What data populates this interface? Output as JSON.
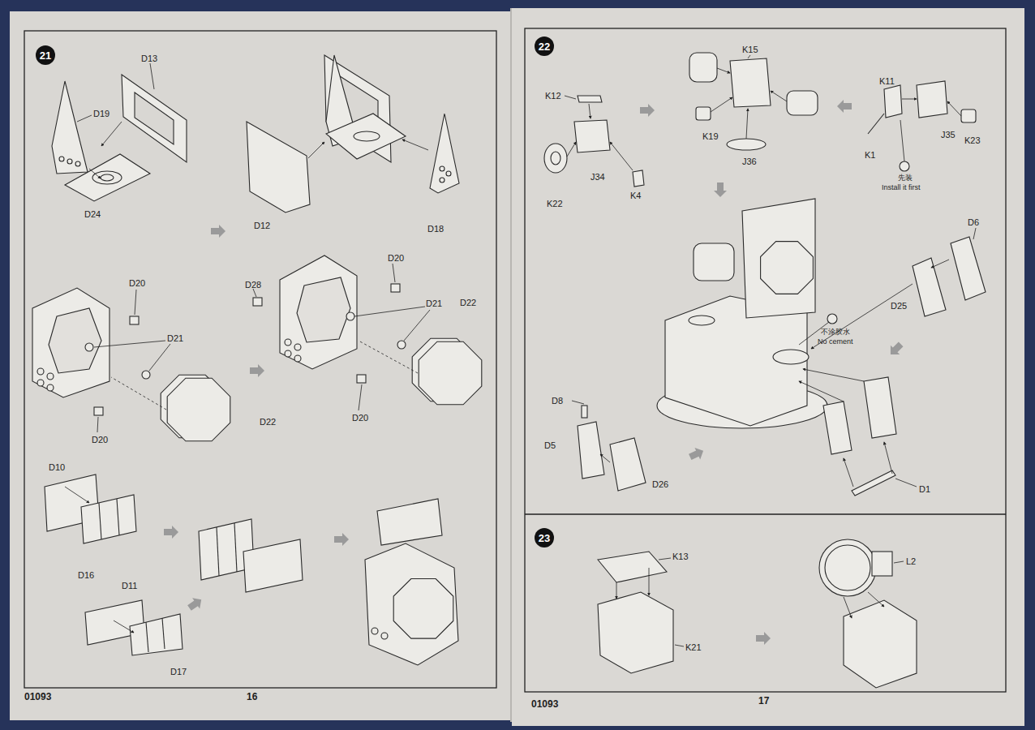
{
  "diagram": {
    "nodes": [
      {
        "text": [
          "21"
        ]
      },
      {
        "text": [
          "22"
        ]
      },
      {
        "text": [
          "23"
        ]
      }
    ],
    "labels": [
      "D13",
      "D19",
      "D24",
      "D12",
      "D18",
      "D20",
      "D21",
      "D20",
      "D22",
      "D20",
      "D28",
      "D21",
      "D22",
      "D20",
      "D10",
      "D16",
      "D11",
      "D17",
      "K12",
      "K22",
      "J34",
      "K4",
      "K15",
      "K19",
      "J36",
      "K11",
      "K1",
      "J35",
      "K23",
      "先装",
      "Install it first",
      "D6",
      "D25",
      "不涂胶水",
      "No cement",
      "D8",
      "D5",
      "D26",
      "D1",
      "K13",
      "K21",
      "L2",
      "01093",
      "16",
      "01093",
      "17"
    ]
  }
}
